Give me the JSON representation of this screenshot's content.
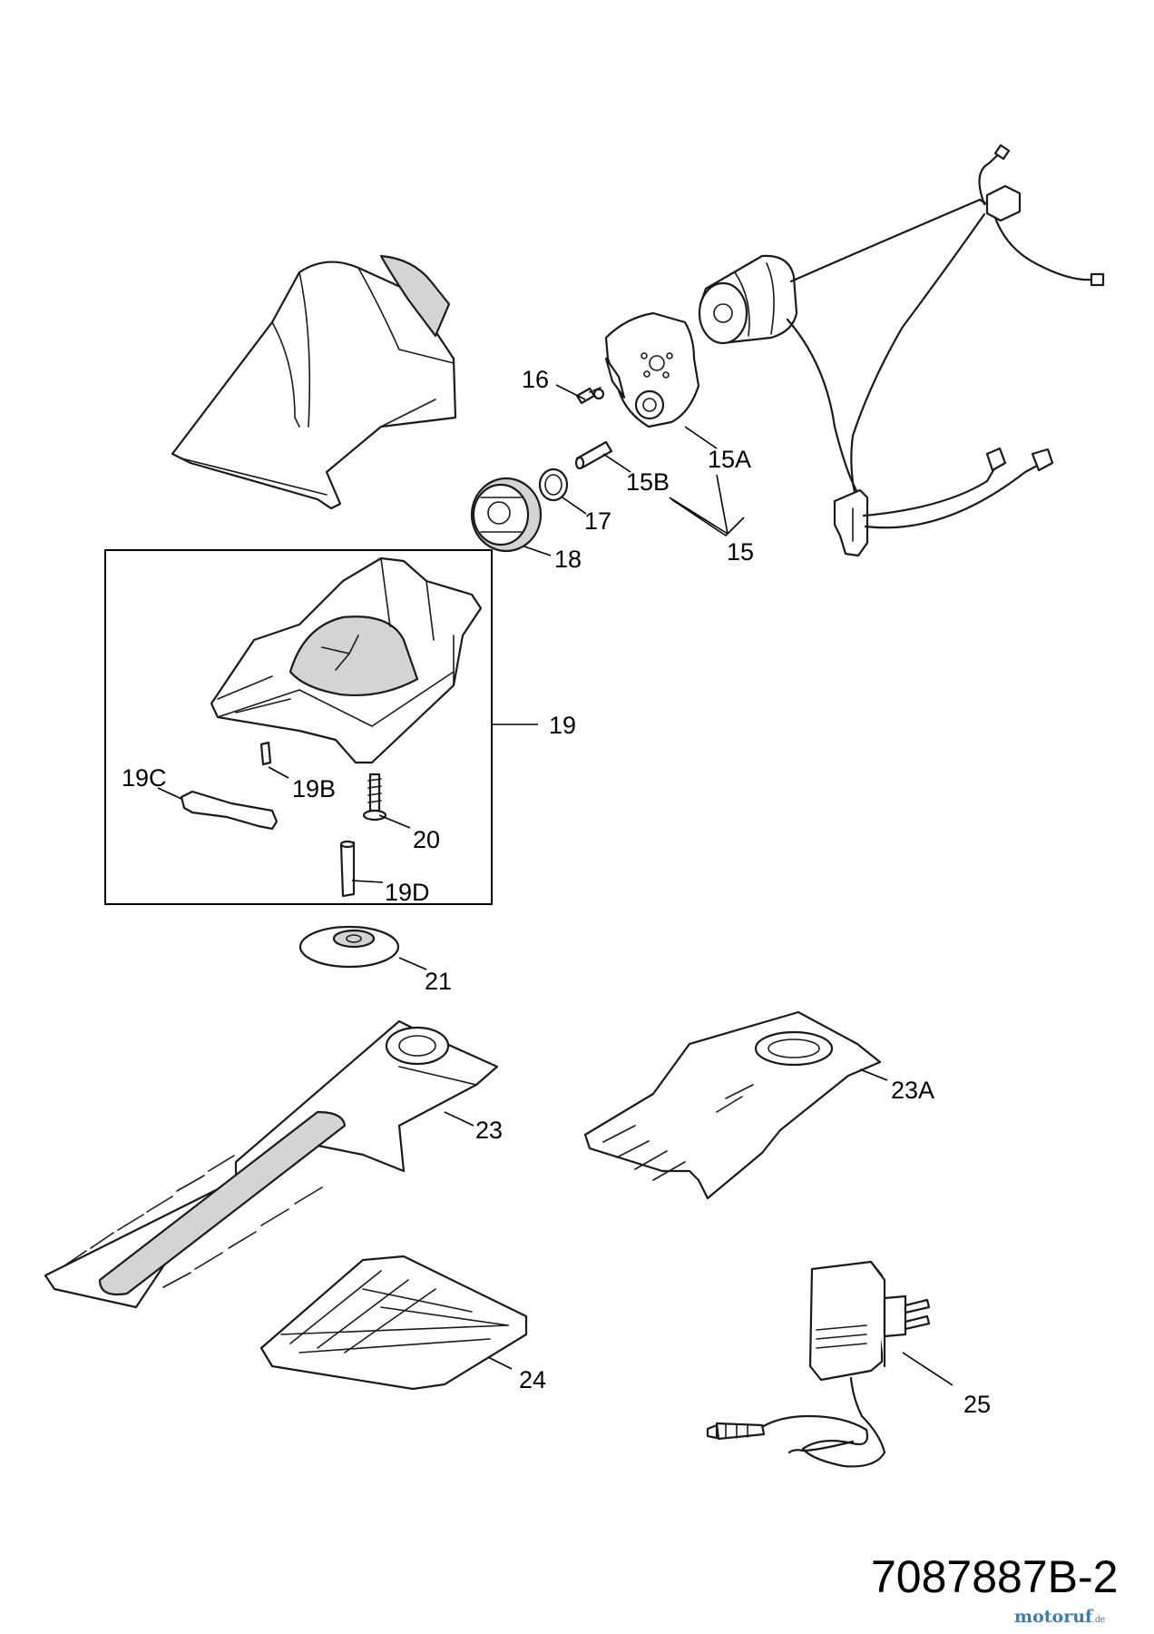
{
  "diagram": {
    "callouts": {
      "p15": "15",
      "p15A": "15A",
      "p15B": "15B",
      "p16": "16",
      "p17": "17",
      "p18": "18",
      "p19": "19",
      "p19B": "19B",
      "p19C": "19C",
      "p19D": "19D",
      "p20": "20",
      "p21": "21",
      "p23": "23",
      "p23A": "23A",
      "p24": "24",
      "p25": "25"
    }
  },
  "doc_number": "7087887B-2",
  "watermark": {
    "name": "motoruf",
    "suffix": ".de"
  },
  "colors": {
    "ink": "#1a1a1a",
    "watermark": "#3e7cb8"
  }
}
